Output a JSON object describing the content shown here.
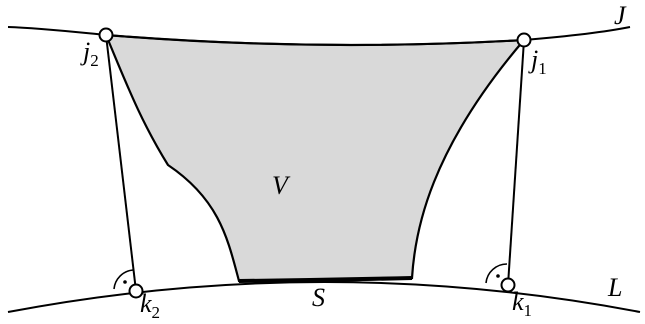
{
  "labels": {
    "J": "J",
    "L": "L",
    "V": "V",
    "S": "S",
    "j1": {
      "base": "j",
      "sub": "1"
    },
    "j2": {
      "base": "j",
      "sub": "2"
    },
    "k1": {
      "base": "k",
      "sub": "1"
    },
    "k2": {
      "base": "k",
      "sub": "2"
    }
  },
  "colors": {
    "region_fill": "#d9d9d9",
    "stroke": "#000000",
    "point_fill": "#ffffff"
  },
  "icons": {
    "right_angle_mark": "right-angle-dot"
  }
}
